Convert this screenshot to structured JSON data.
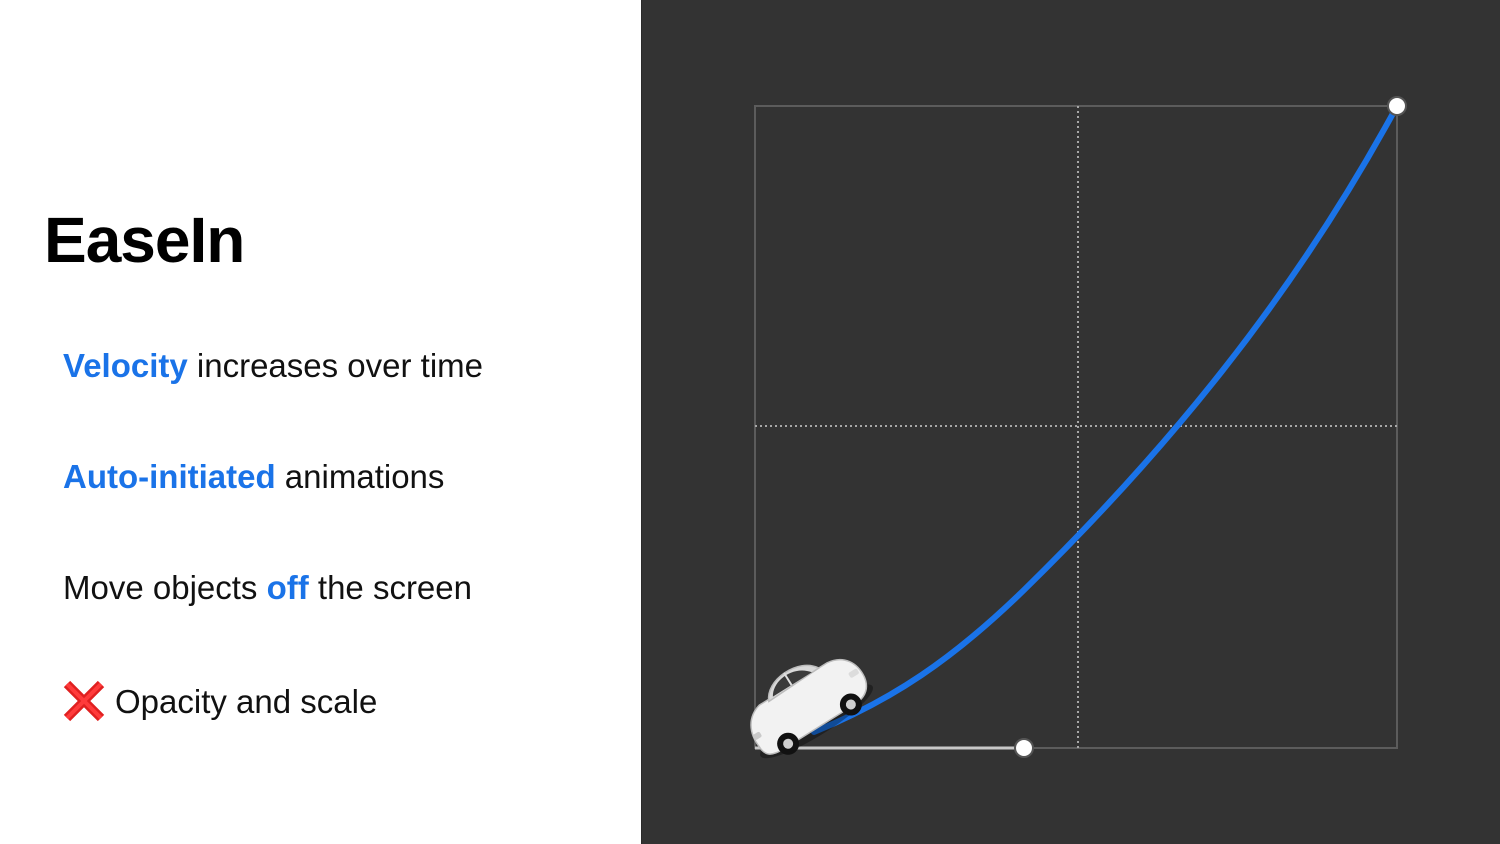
{
  "slide": {
    "title": "EaseIn",
    "bullets": [
      {
        "highlight": "Velocity",
        "rest": " increases over time"
      },
      {
        "highlight": "Auto-initiated",
        "rest": " animations"
      },
      {
        "before": "Move objects ",
        "highlight": "off",
        "after": " the screen"
      },
      {
        "icon": "cross-mark-icon",
        "text": "Opacity and scale"
      }
    ]
  },
  "colors": {
    "accent": "#1a73e8",
    "panel_background": "#333333",
    "grid_line": "#6b6b6b",
    "cross": "#e02020"
  },
  "easing_curve": {
    "type": "cubic-bezier",
    "name": "EaseIn",
    "control_points": [
      [
        0.42,
        0
      ],
      [
        1,
        1
      ]
    ]
  }
}
